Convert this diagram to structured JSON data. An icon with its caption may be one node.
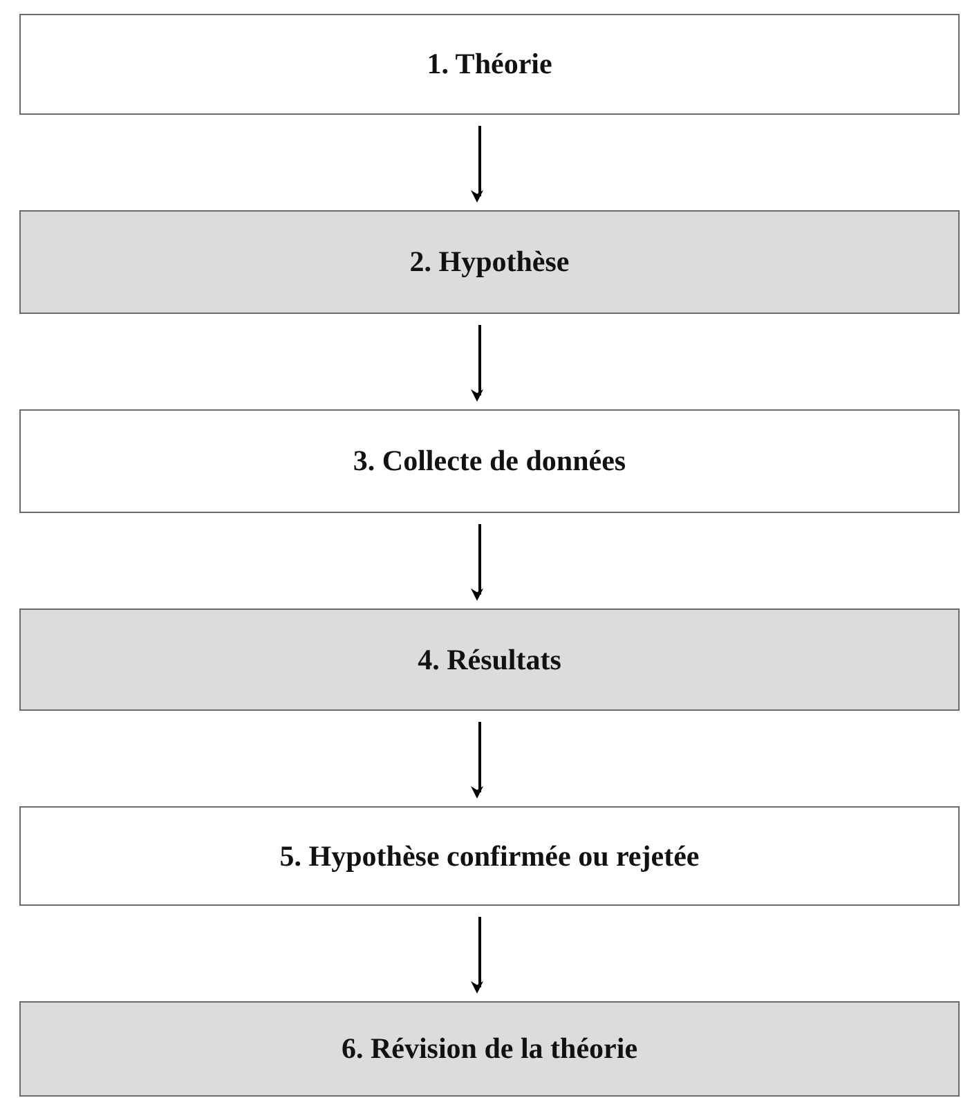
{
  "diagram": {
    "nodes": [
      {
        "text": [
          "1. Théorie"
        ]
      },
      {
        "text": [
          "2. Hypothèse"
        ]
      },
      {
        "text": [
          "3. Collecte de données"
        ]
      },
      {
        "text": [
          "4. Résultats"
        ]
      },
      {
        "text": [
          "5. Hypothèse confirmée ou rejetée"
        ]
      },
      {
        "text": [
          "6. Révision de la théorie"
        ]
      }
    ],
    "edges": [
      {
        "from": 0,
        "to": 1,
        "arrow": "to"
      },
      {
        "from": 1,
        "to": 2,
        "arrow": "to"
      },
      {
        "from": 2,
        "to": 3,
        "arrow": "to"
      },
      {
        "from": 3,
        "to": 4,
        "arrow": "to"
      },
      {
        "from": 4,
        "to": 5,
        "arrow": "to"
      }
    ]
  }
}
